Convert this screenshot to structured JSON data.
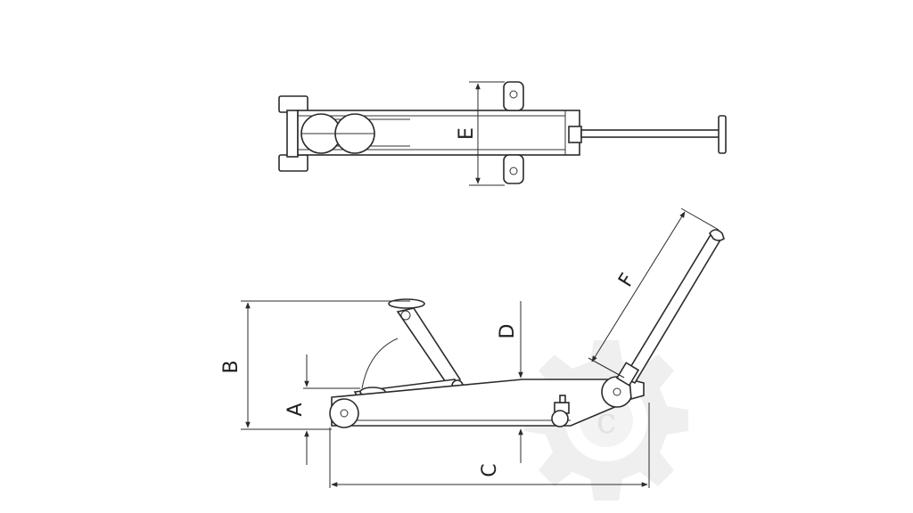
{
  "labels": {
    "A": "A",
    "B": "B",
    "C": "C",
    "D": "D",
    "E": "E",
    "F": "F"
  },
  "watermark": {
    "letter": "c",
    "color": "#efefef"
  },
  "colors": {
    "line": "#2b2b2b",
    "background": "#ffffff"
  }
}
